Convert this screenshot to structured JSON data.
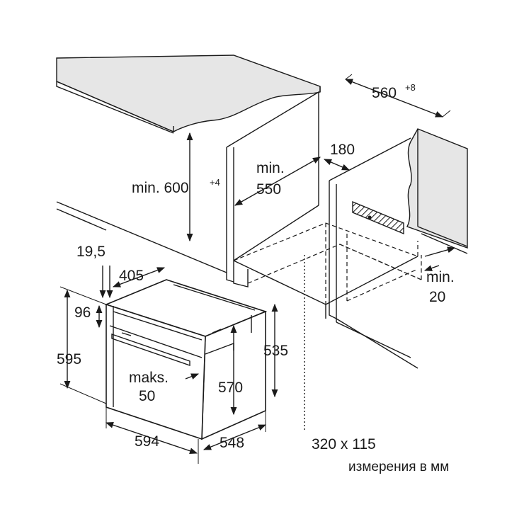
{
  "labels": {
    "width_560": "560",
    "width_560_tol": "+8",
    "height_600_prefix": "min. 600",
    "height_600_tol": "+4",
    "depth_min": "min.",
    "depth_550": "550",
    "vent_180": "180",
    "gap_min": "min.",
    "gap_20": "20",
    "oven_19_5": "19,5",
    "oven_405": "405",
    "oven_96": "96",
    "oven_595": "595",
    "oven_535": "535",
    "oven_570": "570",
    "oven_maks": "maks.",
    "oven_maks_50": "50",
    "oven_594": "594",
    "oven_548": "548",
    "cutout_320x115": "320 x 115",
    "units_note": "измерения в мм"
  }
}
